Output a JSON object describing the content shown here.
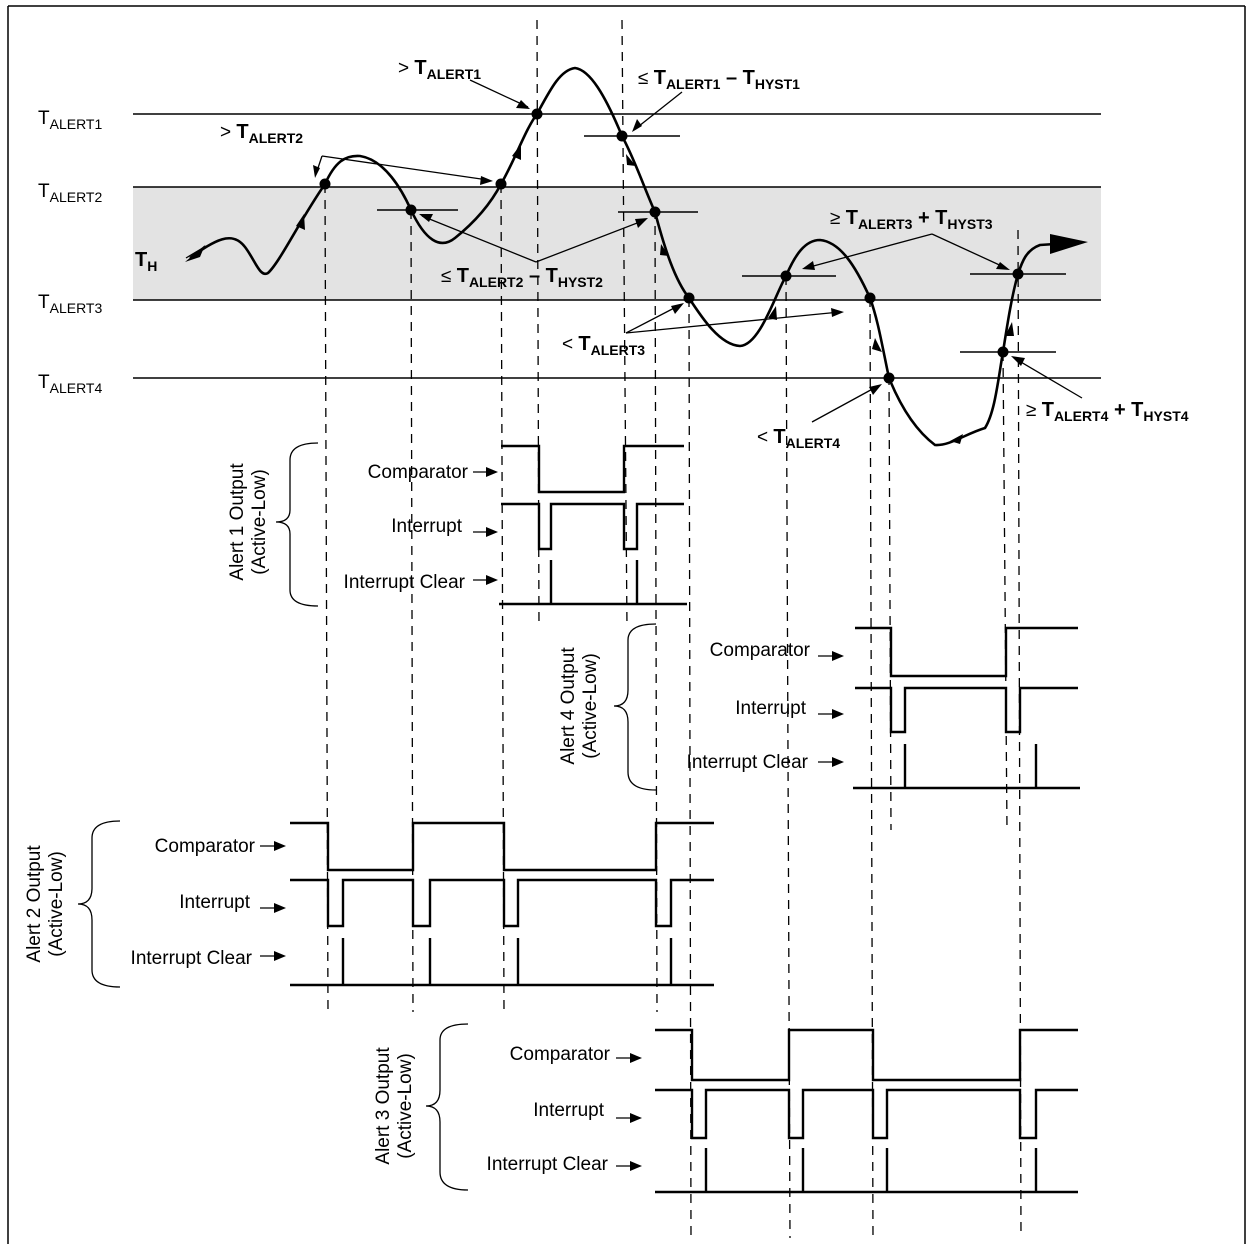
{
  "thresholds": [
    {
      "id": "t1",
      "sub": "ALERT1"
    },
    {
      "id": "t2",
      "sub": "ALERT2"
    },
    {
      "id": "t3",
      "sub": "ALERT3"
    },
    {
      "id": "t4",
      "sub": "ALERT4"
    }
  ],
  "th_label": {
    "main": "T",
    "sub": "H"
  },
  "annotations": {
    "gt_alert1": {
      "prefix": "> ",
      "main": "T",
      "sub": "ALERT1"
    },
    "le_alert1_hyst1": {
      "prefix": "≤ ",
      "main": "T",
      "sub": "ALERT1",
      "op": " – T",
      "sub2": "HYST1"
    },
    "gt_alert2": {
      "prefix": "> ",
      "main": "T",
      "sub": "ALERT2"
    },
    "le_alert2_hyst2": {
      "prefix": "≤ ",
      "main": "T",
      "sub": "ALERT2",
      "op": " – T",
      "sub2": "HYST2"
    },
    "ge_alert3_hyst3": {
      "prefix": "≥ ",
      "main": "T",
      "sub": "ALERT3",
      "op": " + T",
      "sub2": "HYST3"
    },
    "lt_alert3": {
      "prefix": "< ",
      "main": "T",
      "sub": "ALERT3"
    },
    "lt_alert4": {
      "prefix": "< ",
      "main": "T",
      "sub": "ALERT4"
    },
    "ge_alert4_hyst4": {
      "prefix": "≥ ",
      "main": "T",
      "sub": "ALERT4",
      "op": " + T",
      "sub2": "HYST4"
    }
  },
  "groups": [
    {
      "id": "alert1",
      "title": "Alert 1 Output",
      "subtitle": "(Active-Low)"
    },
    {
      "id": "alert4",
      "title": "Alert 4 Output",
      "subtitle": "(Active-Low)"
    },
    {
      "id": "alert2",
      "title": "Alert 2 Output",
      "subtitle": "(Active-Low)"
    },
    {
      "id": "alert3",
      "title": "Alert 3 Output",
      "subtitle": "(Active-Low)"
    }
  ],
  "signals": {
    "comparator": "Comparator",
    "interrupt": "Interrupt",
    "interrupt_clear": "Interrupt Clear"
  },
  "colors": {
    "band": "#e3e3e3",
    "ink": "#000000"
  }
}
